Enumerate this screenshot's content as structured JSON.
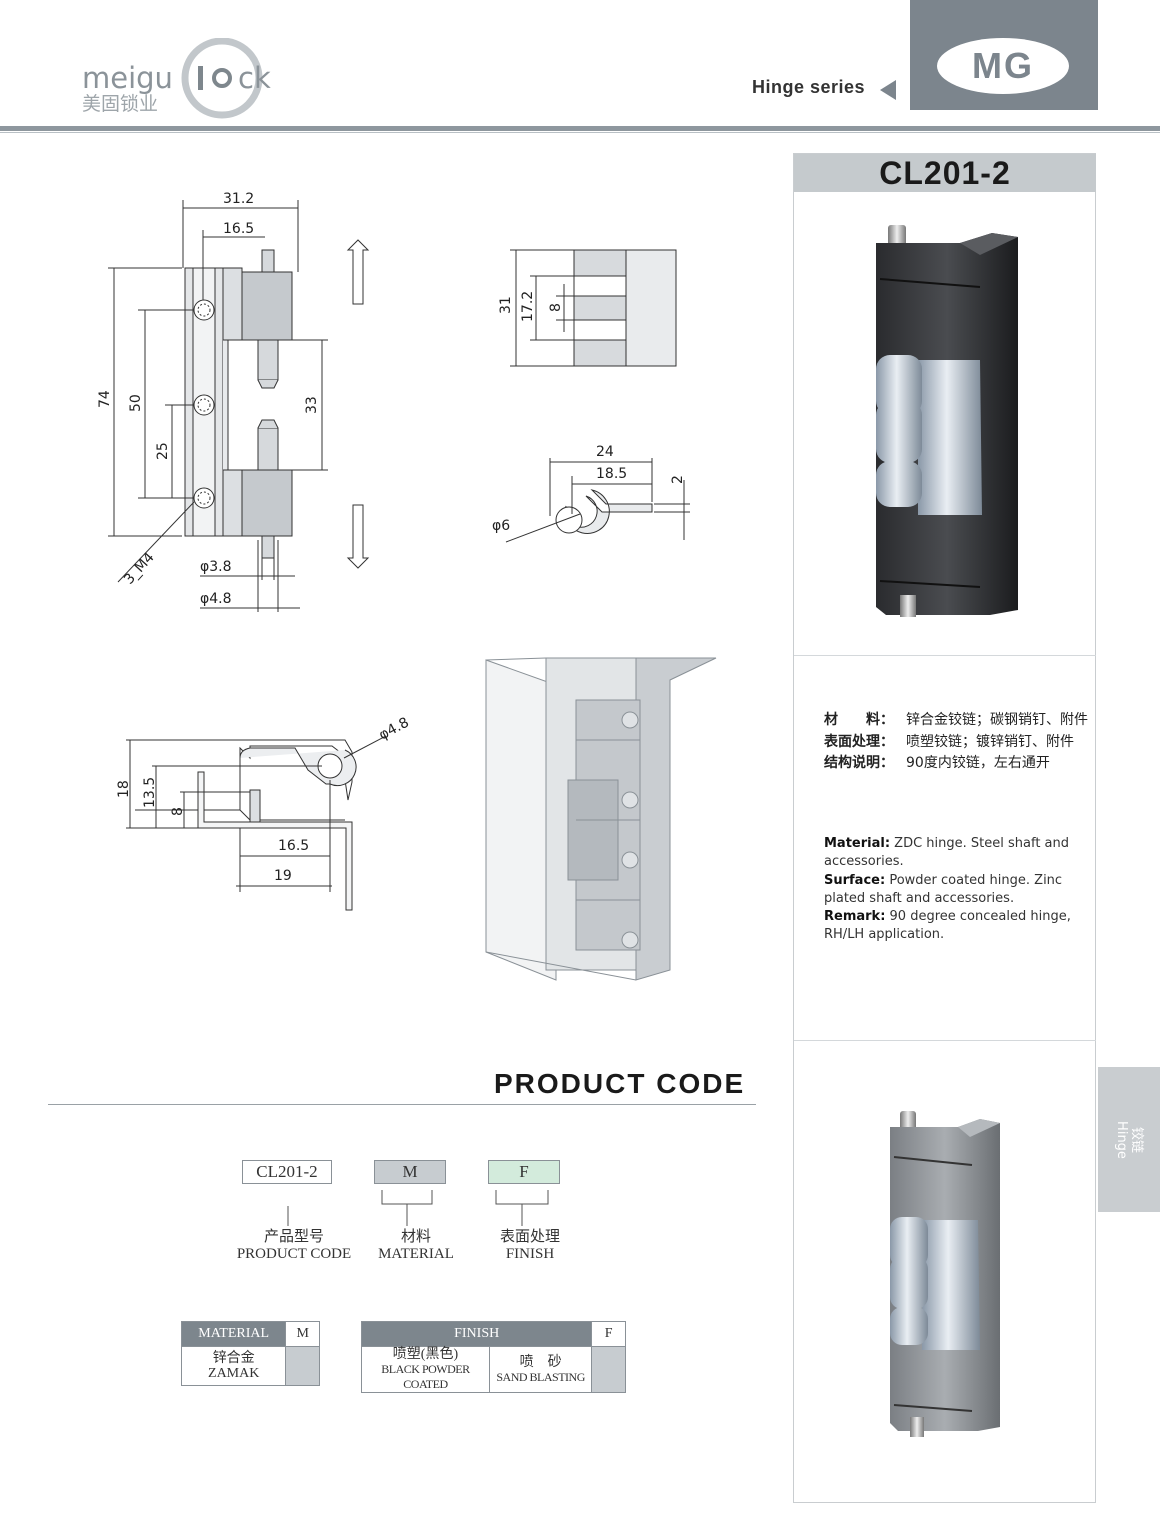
{
  "header": {
    "brand_wordmark": "meigulock",
    "brand_cn": "美固锁业",
    "series_label": "Hinge series",
    "brand_badge": "MG"
  },
  "product": {
    "model": "CL201-2"
  },
  "drawing_dims": {
    "front": {
      "width_total": "31.2",
      "width_inner": "16.5",
      "height_total": "74",
      "hole_span": "50",
      "hole_pitch": "25",
      "gap": "33",
      "thread": "3_M4",
      "pin_dia": "φ3.8",
      "shaft_dia": "φ4.8"
    },
    "side": {
      "height": "31",
      "inner": "17.2",
      "slot": "8"
    },
    "top": {
      "width": "24",
      "inner": "18.5",
      "thickness": "2",
      "bore": "φ6"
    },
    "section": {
      "bore": "φ4.8",
      "height_total": "18",
      "height_mid": "13.5",
      "height_low": "8",
      "offset_1": "16.5",
      "offset_2": "19"
    }
  },
  "specs_cn": [
    {
      "key": "材　　料：",
      "value": "锌合金铰链；碳钢销钉、附件"
    },
    {
      "key": "表面处理：",
      "value": "喷塑铰链；镀锌销钉、附件"
    },
    {
      "key": "结构说明：",
      "value": "90度内铰链，左右通开"
    }
  ],
  "specs_en": [
    {
      "key": "Material:",
      "value": " ZDC hinge. Steel shaft and accessories."
    },
    {
      "key": "Surface:",
      "value": " Powder coated hinge. Zinc plated shaft and accessories."
    },
    {
      "key": "Remark:",
      "value": " 90 degree concealed hinge, RH/LH application."
    }
  ],
  "side_tab": {
    "cn": "铰链",
    "en": "Hinge"
  },
  "product_code": {
    "title": "PRODUCT CODE",
    "boxes": [
      {
        "code": "CL201-2",
        "label_cn": "产品型号",
        "label_en": "PRODUCT CODE",
        "color": "#ffffff"
      },
      {
        "code": "M",
        "label_cn": "材料",
        "label_en": "MATERIAL",
        "color": "#c7ccd0"
      },
      {
        "code": "F",
        "label_cn": "表面处理",
        "label_en": "FINISH",
        "color": "#d3ebdc"
      }
    ]
  },
  "material_table": {
    "header": "MATERIAL",
    "code_header": "M",
    "option_cn": "锌合金",
    "option_en": "ZAMAK"
  },
  "finish_table": {
    "header": "FINISH",
    "code_header": "F",
    "options": [
      {
        "cn": "喷塑(黑色)",
        "en": "BLACK POWDER COATED"
      },
      {
        "cn": "喷　砂",
        "en": "SAND BLASTING"
      }
    ]
  }
}
